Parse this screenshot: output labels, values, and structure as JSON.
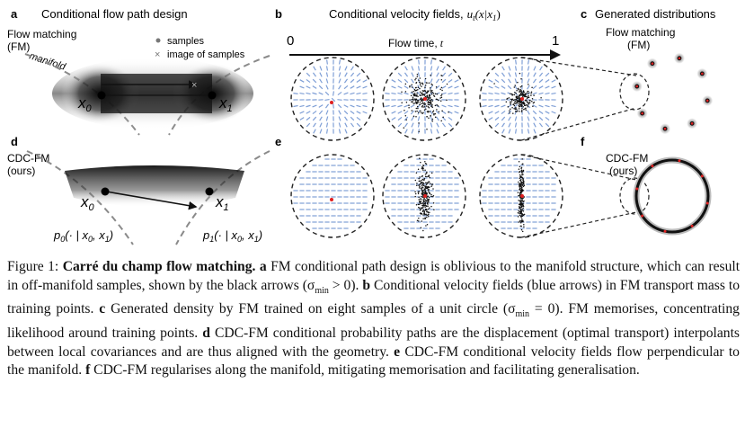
{
  "panels": {
    "a": {
      "letter": "a",
      "title": "Conditional flow path design",
      "fm_label_1": "Flow matching",
      "fm_label_2": "(FM)",
      "manifold_label": "manifold",
      "legend_samples": "samples",
      "legend_images": "image of samples",
      "x0": "x",
      "x0_sub": "0",
      "x1": "x",
      "x1_sub": "1"
    },
    "b": {
      "letter": "b",
      "title": "Conditional velocity fields,",
      "title_math": "u",
      "title_math_sub": "t",
      "title_math_rest": "(x|x",
      "title_math_sub2": "1",
      "title_math_close": ")",
      "flow_time_label": "Flow time,",
      "flow_time_var": "t",
      "t_start": "0",
      "t_end": "1"
    },
    "c": {
      "letter": "c",
      "title": "Generated distributions",
      "sub_1": "Flow matching",
      "sub_2": "(FM)"
    },
    "d": {
      "letter": "d",
      "cdc_label_1": "CDC-FM",
      "cdc_label_2": "(ours)",
      "x0": "x",
      "x0_sub": "0",
      "x1": "x",
      "x1_sub": "1",
      "p0_label": "p",
      "p0_sub": "0",
      "p0_rest": "(· | x",
      "p0_rest_sub": "0",
      "p0_close": ", x",
      "p0_close_sub": "1",
      "p0_end": ")",
      "p1_label": "p",
      "p1_sub": "1",
      "p1_rest": "(· | x",
      "p1_rest_sub": "0",
      "p1_close": ", x",
      "p1_close_sub": "1",
      "p1_end": ")"
    },
    "e": {
      "letter": "e"
    },
    "f": {
      "letter": "f",
      "sub_1": "CDC-FM",
      "sub_2": "(ours)"
    }
  },
  "caption": {
    "figure_label": "Figure 1:",
    "bold_title": "Carré du champ flow matching.",
    "a_letter": "a",
    "a_text": "FM conditional path design is oblivious to the manifold structure, which can result in off-manifold samples, shown by the black arrows (σ",
    "a_sub": "min",
    "a_end": " > 0).",
    "b_letter": "b",
    "b_text": "Conditional velocity fields (blue arrows) in FM transport mass to training points.",
    "c_letter": "c",
    "c_text": "Generated density by FM trained on eight samples of a unit circle (σ",
    "c_sub": "min",
    "c_end": " = 0). FM memorises, concentrating likelihood around training points.",
    "d_letter": "d",
    "d_text": "CDC-FM conditional probability paths are the displacement (optimal transport) interpolants between local covariances and are thus aligned with the geometry.",
    "e_letter": "e",
    "e_text": "CDC-FM conditional velocity fields flow perpendicular to the manifold.",
    "f_letter": "f",
    "f_text": "CDC-FM regularises along the manifold, mitigating memorisation and facilitating generalisation."
  },
  "colors": {
    "arrow_blue": "#7f9fd6",
    "sample_red": "#e02020",
    "ink": "#111111",
    "dash_grey": "#8a8a8a"
  }
}
